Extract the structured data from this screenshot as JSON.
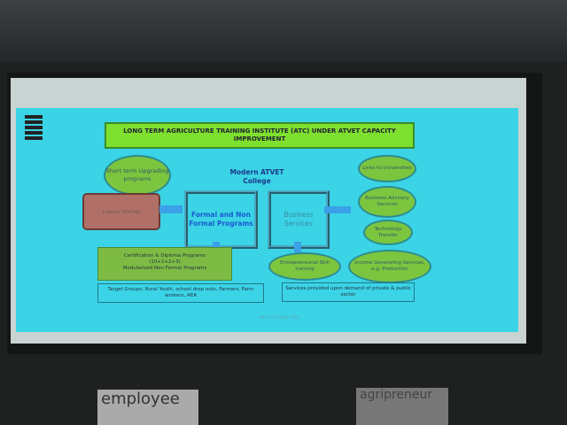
{
  "slide": {
    "title": "LONG TERM AGRICULTURE TRAINING INSTITUTE (ATC) UNDER ATVET CAPACITY IMPROVEMENT",
    "college": "Modern ATVET College",
    "formal": "Formal and Non Formal Programs",
    "business": "Business Services",
    "labour": "Labour Market",
    "short_term": "Short term Upgrading programs",
    "links": "Links to Universities",
    "advisory": "Business Advisory Services",
    "tech": "Technology Transfer",
    "entre": "Entrepreneurial Skill training",
    "income": "Income Generating Services, e.g. Production",
    "cert": [
      "Certification & Diploma Programs",
      "(10+1+2+3)",
      "Modularized Non Formal Programs"
    ],
    "target": "Target Groups: Rural Youth, school drop outs, Farmers, Farm workers, AEA",
    "services": "Services provided upon demand of private & public sector",
    "footer": "ABSL CONSULTING"
  },
  "posters": {
    "left": "employee",
    "right": "agripreneur"
  },
  "colors": {
    "slide": "#3bd3e6",
    "title": "#7ee02e",
    "ellipse": "#7cc63f",
    "labour": "#b07068"
  }
}
